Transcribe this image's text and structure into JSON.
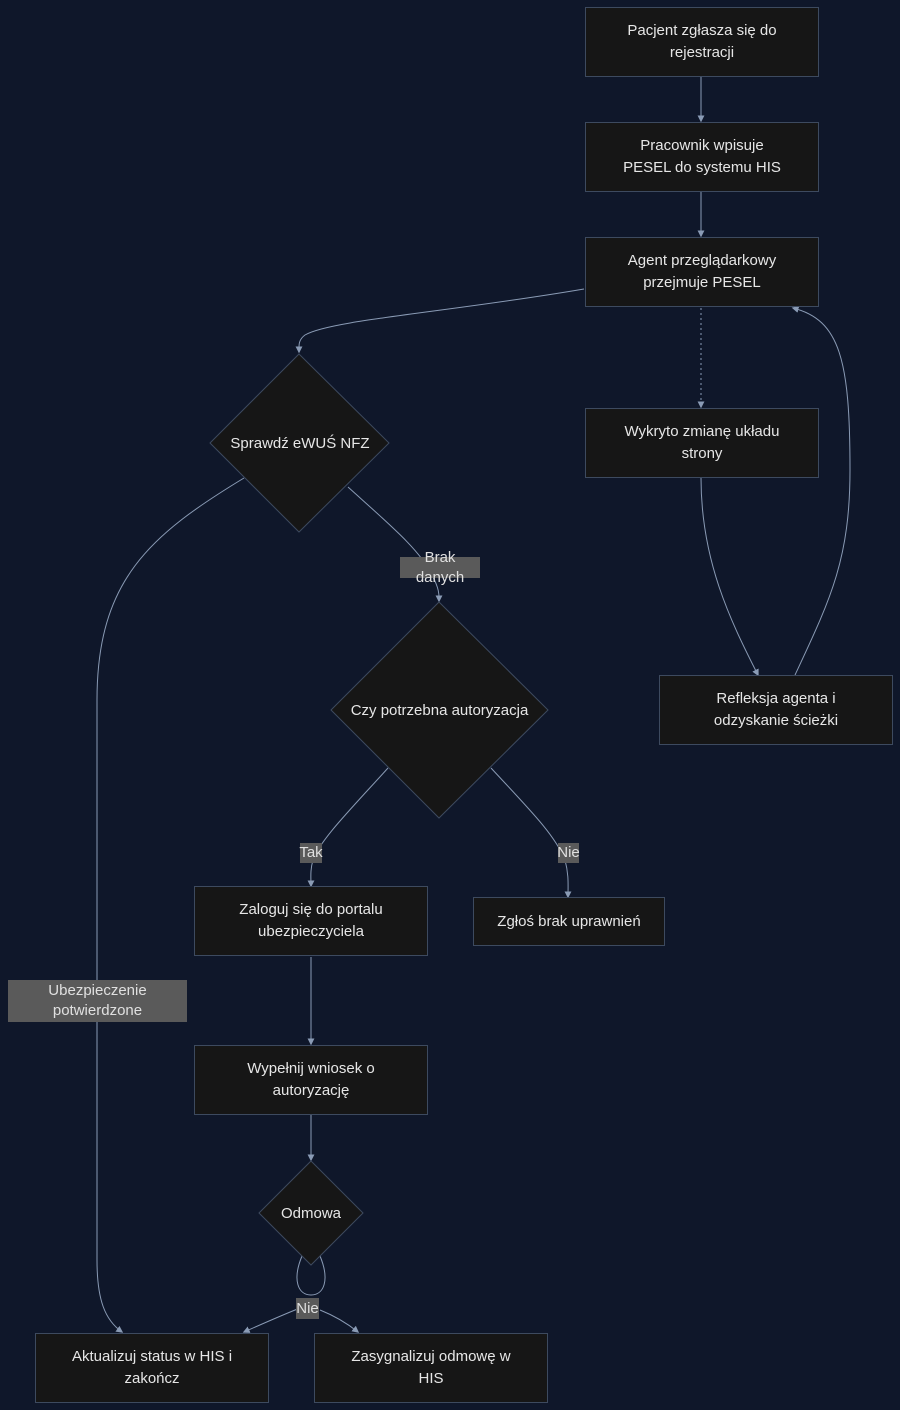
{
  "nodes": {
    "patient_registers": "Pacjent zgłasza się do rejestracji",
    "staff_enters_pesel": "Pracownik wpisuje PESEL do systemu HIS",
    "agent_takes_pesel": "Agent przeglądarkowy przejmuje PESEL",
    "layout_change": "Wykryto zmianę układu strony",
    "agent_reflection": "Refleksja agenta i odzyskanie ścieżki",
    "check_ewus": "Sprawdź eWUŚ NFZ",
    "auth_needed": "Czy potrzebna autoryzacja",
    "login_portal": "Zaloguj się do portalu ubezpieczyciela",
    "report_no_rights": "Zgłoś brak uprawnień",
    "fill_request": "Wypełnij wniosek o autoryzację",
    "refusal": "Odmowa",
    "update_status": "Aktualizuj status w HIS i zakończ",
    "signal_refusal": "Zasygnalizuj odmowę w HIS"
  },
  "edge_labels": {
    "no_data": "Brak danych",
    "insurance_confirmed": "Ubezpieczenie potwierdzone",
    "yes": "Tak",
    "no_rights": "Nie",
    "no_refusal": "Nie"
  }
}
